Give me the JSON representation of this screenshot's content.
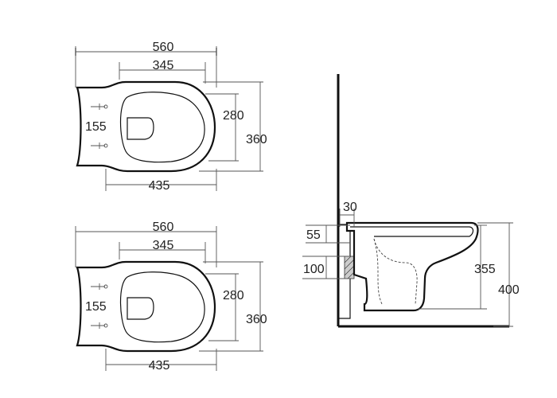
{
  "top_plan": {
    "overall_width": "560",
    "bowl_width": "345",
    "base_width": "435",
    "fixing_centres": "155",
    "seat_depth": "280",
    "overall_depth": "360"
  },
  "bottom_plan": {
    "overall_width": "560",
    "bowl_width": "345",
    "base_width": "435",
    "fixing_centres": "155",
    "seat_depth": "280",
    "overall_depth": "360"
  },
  "side_view": {
    "wall_gap": "30",
    "inlet_height": "55",
    "outlet_height": "100",
    "rim_height": "355",
    "total_height": "400"
  }
}
